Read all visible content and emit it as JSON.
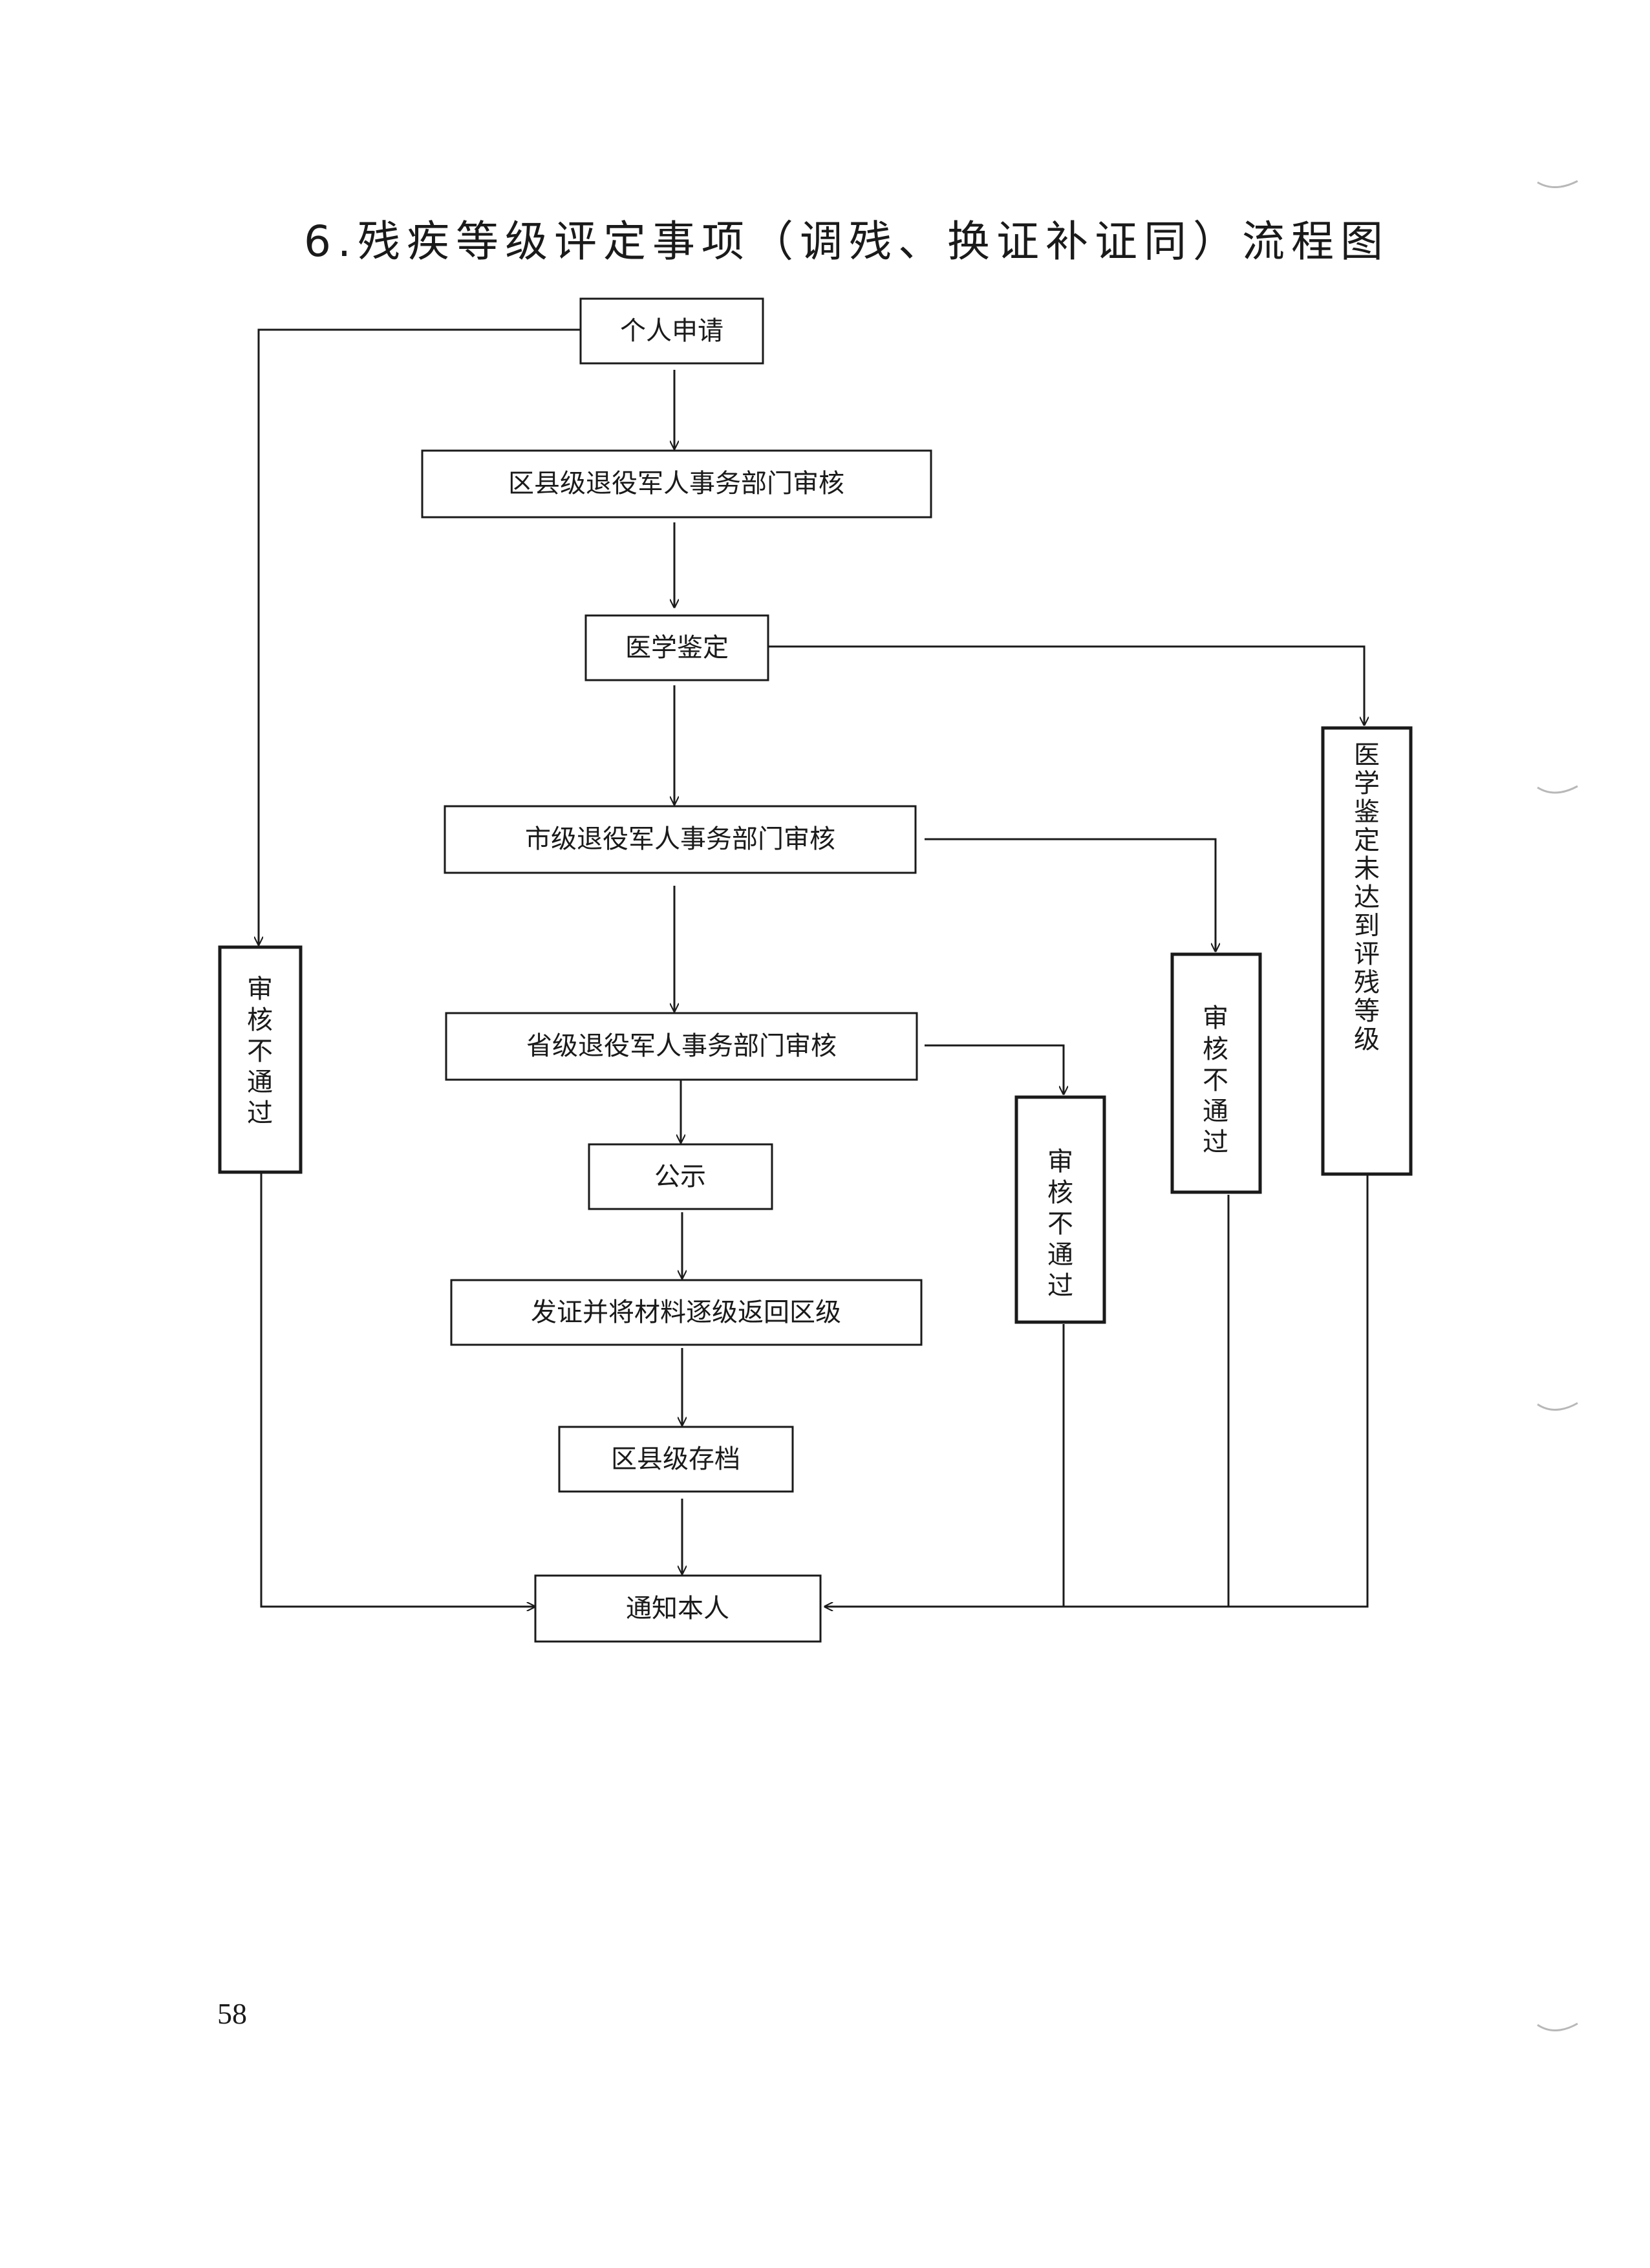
{
  "title": "6.残疾等级评定事项（调残、换证补证同）流程图",
  "page_number": "58",
  "nodes": {
    "apply": "个人申请",
    "district_review": "区县级退役军人事务部门审核",
    "medical": "医学鉴定",
    "city_review": "市级退役军人事务部门审核",
    "province_review": "省级退役军人事务部门审核",
    "publicity": "公示",
    "issue_cert": "发证并将材料逐级返回区级",
    "archive": "区县级存档",
    "notify": "通知本人",
    "reject_district": "审核不通过",
    "reject_province": "审核不通过",
    "reject_city": "审核不通过",
    "medical_fail": "医学鉴定未达到评残等级"
  }
}
